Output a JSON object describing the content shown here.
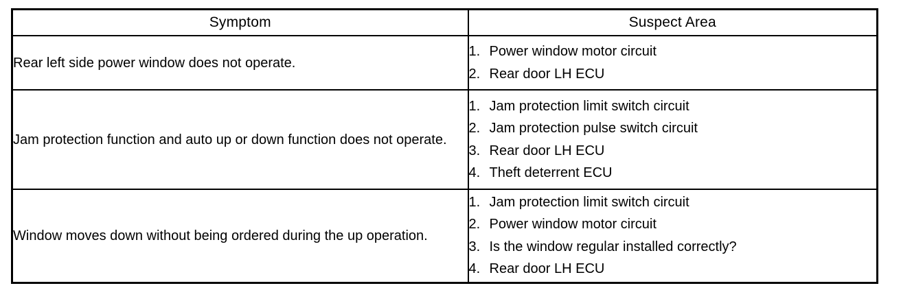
{
  "table": {
    "columns": [
      {
        "key": "symptom",
        "label": "Symptom"
      },
      {
        "key": "suspect",
        "label": "Suspect Area"
      }
    ],
    "rows": [
      {
        "symptom": "Rear left side power window does not operate.",
        "suspect": [
          {
            "num": "1.",
            "text": "Power window motor circuit"
          },
          {
            "num": "2.",
            "text": "Rear door LH ECU"
          }
        ]
      },
      {
        "symptom": "Jam protection function and auto up or down function does not operate.",
        "suspect": [
          {
            "num": "1.",
            "text": "Jam protection limit switch circuit"
          },
          {
            "num": "2.",
            "text": "Jam protection pulse switch circuit"
          },
          {
            "num": "3.",
            "text": "Rear door LH ECU"
          },
          {
            "num": "4.",
            "text": "Theft deterrent ECU"
          }
        ]
      },
      {
        "symptom": "Window moves down without being ordered during the up operation.",
        "suspect": [
          {
            "num": "1.",
            "text": "Jam protection limit switch circuit"
          },
          {
            "num": "2.",
            "text": "Power window motor circuit"
          },
          {
            "num": "3.",
            "text": "Is the window regular installed correctly?"
          },
          {
            "num": "4.",
            "text": "Rear door LH ECU"
          }
        ]
      }
    ]
  },
  "colors": {
    "border": "#000000",
    "text": "#000000",
    "background": "#ffffff"
  }
}
